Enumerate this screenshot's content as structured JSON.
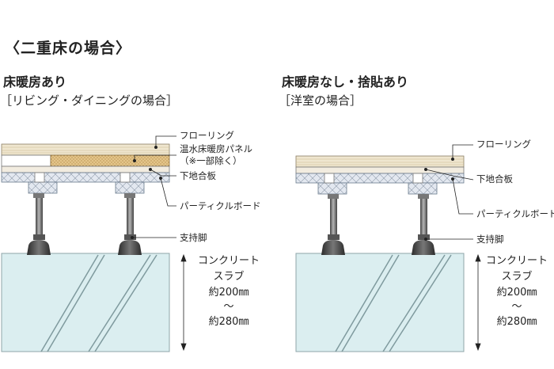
{
  "page_title": "〈二重床の場合〉",
  "left": {
    "heading": "床暖房あり",
    "sub": "［リビング・ダイニングの場合］",
    "labels": {
      "flooring": "フローリング",
      "heating_panel": "温水床暖房パネル",
      "heating_note": "（※一部除く）",
      "subfloor": "下地合板",
      "particle": "パーティクルボード",
      "support": "支持脚",
      "slab1": "コンクリート",
      "slab2": "スラブ",
      "dim1": "約200㎜",
      "tilde": "～",
      "dim2": "約280㎜"
    }
  },
  "right": {
    "heading": "床暖房なし・捨貼あり",
    "sub": "［洋室の場合］",
    "labels": {
      "flooring": "フローリング",
      "subfloor": "下地合板",
      "particle": "パーティクルボード",
      "support": "支持脚",
      "slab1": "コンクリート",
      "slab2": "スラブ",
      "dim1": "約200㎜",
      "tilde": "～",
      "dim2": "約280㎜"
    }
  },
  "colors": {
    "flooring": "#efe6cf",
    "heating_panel": "#e4c58a",
    "subfloor": "#f2ece0",
    "particle": "#dfe5ee",
    "slab": "#dbeef0",
    "leg": "#6a6a6a",
    "foot": "#3b3b3b"
  }
}
